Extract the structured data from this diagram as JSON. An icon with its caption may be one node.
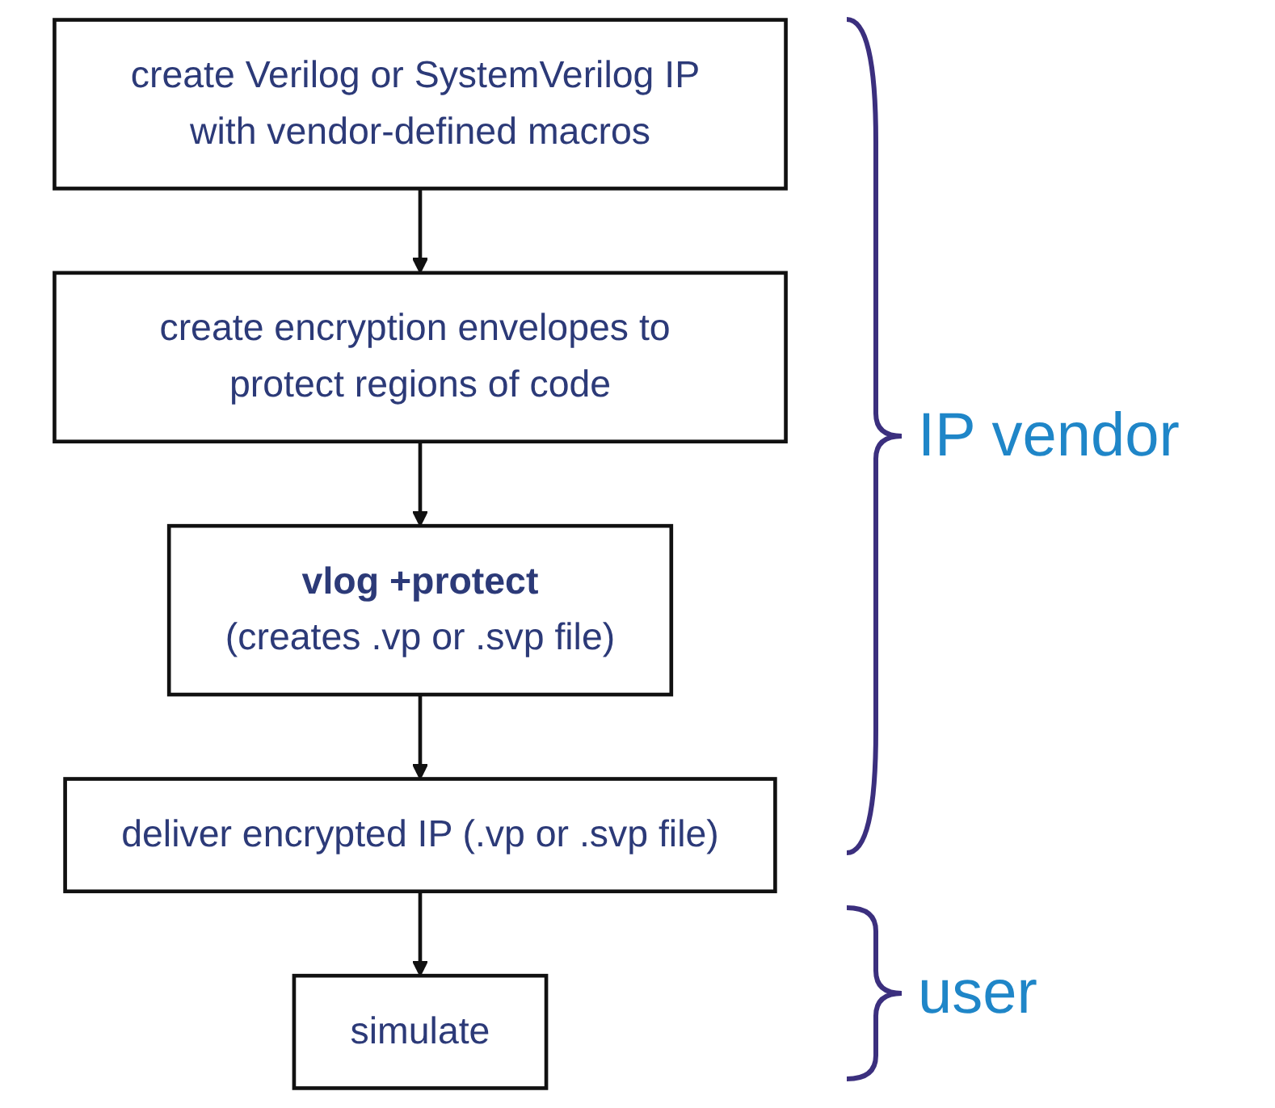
{
  "diagram": {
    "nodes": [
      {
        "text": [
          "create Verilog or SystemVerilog IP with vendor-defined macros"
        ]
      },
      {
        "text": [
          "create encryption envelopes to protect regions of code"
        ]
      },
      {
        "text": [
          "vlog +protect",
          "(creates .vp or .svp file)"
        ]
      },
      {
        "text": [
          "deliver encrypted IP (.vp or .svp file)"
        ]
      },
      {
        "text": [
          "simulate"
        ]
      }
    ],
    "edges": [
      {
        "from": 0,
        "to": 1,
        "arrow": "to"
      },
      {
        "from": 1,
        "to": 2,
        "arrow": "to"
      },
      {
        "from": 2,
        "to": 3,
        "arrow": "to"
      },
      {
        "from": 3,
        "to": 4,
        "arrow": "to"
      }
    ],
    "labels": [
      "IP vendor",
      "user"
    ]
  }
}
